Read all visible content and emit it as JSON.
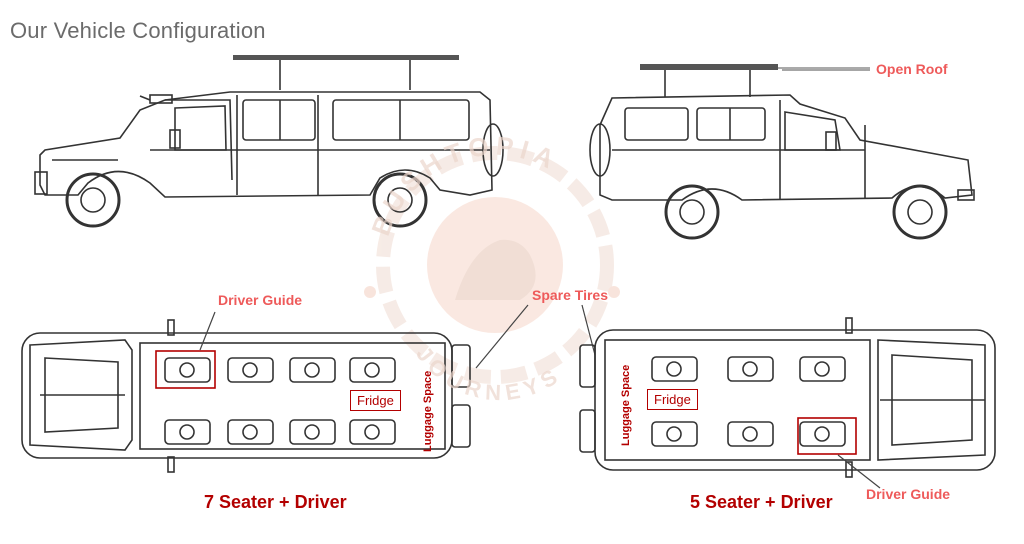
{
  "title": "Our Vehicle Configuration",
  "labels": {
    "open_roof": "Open Roof",
    "driver_guide_left": "Driver Guide",
    "spare_tires": "Spare Tires",
    "fridge_left": "Fridge",
    "luggage_left": "Luggage Space",
    "fridge_right": "Fridge",
    "luggage_right": "Luggage Space",
    "driver_guide_right": "Driver Guide"
  },
  "captions": {
    "left": "7 Seater + Driver",
    "right": "5 Seater + Driver"
  },
  "watermark": {
    "text_top": "BUSHTOPIA",
    "text_bottom": "JOURNEYS"
  },
  "colors": {
    "callout": "#ee5a5a",
    "caption": "#b30000",
    "line": "#333333",
    "watermark": "#f6d7c9"
  }
}
